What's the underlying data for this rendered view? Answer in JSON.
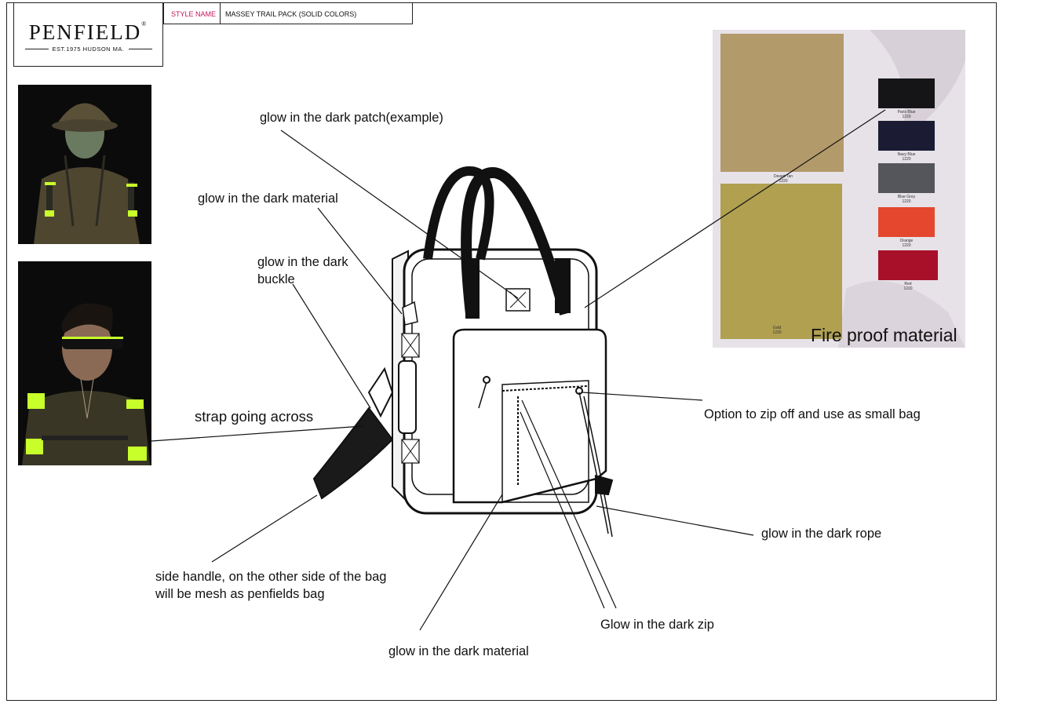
{
  "header": {
    "brand": "PENFIELD",
    "brand_mark": "®",
    "tagline": "EST.1975 HUDSON MA.",
    "style_name_label": "STYLE NAME",
    "style_name_value": "MASSEY TRAIL PACK (SOLID COLORS)",
    "style_label_color": "#c2185b"
  },
  "callouts": {
    "patch": "glow in the dark patch(example)",
    "material_top": "glow in the dark material",
    "buckle_line1": "glow in the dark",
    "buckle_line2": "buckle",
    "strap": "strap going across",
    "zip_off": "Option to zip off and use as small bag",
    "rope": "glow in the dark rope",
    "side_handle_line1": "side handle, on the other side of the bag",
    "side_handle_line2": "will be mesh as penfields bag",
    "zip": "Glow in the dark zip",
    "material_bottom": "glow in the dark material"
  },
  "swatches": {
    "title": "Fire proof material",
    "large": [
      {
        "name": "Desert Tan",
        "code": "1220",
        "color": "#b39a6a"
      },
      {
        "name": "Gold",
        "code": "1220",
        "color": "#b0a050"
      }
    ],
    "small": [
      {
        "name": "Paris Blue",
        "code": "1220",
        "color": "#151518"
      },
      {
        "name": "Navy Blue",
        "code": "1220",
        "color": "#1b1c33"
      },
      {
        "name": "Blue Grey",
        "code": "1220",
        "color": "#55565c"
      },
      {
        "name": "Orange",
        "code": "1220",
        "color": "#e4472e"
      },
      {
        "name": "Red",
        "code": "1220",
        "color": "#a8102a"
      }
    ]
  },
  "photos": {
    "accent_color": "#c8ff2a"
  }
}
